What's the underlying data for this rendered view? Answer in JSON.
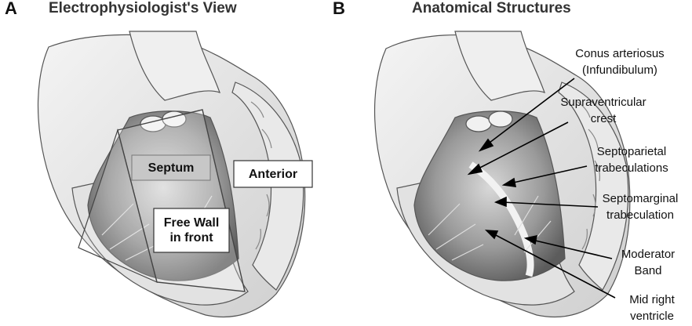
{
  "panels": [
    {
      "letter": "A",
      "title": "Electrophysiologist's View"
    },
    {
      "letter": "B",
      "title": "Anatomical Structures"
    }
  ],
  "panel_a_labels": {
    "septum": "Septum",
    "anterior": "Anterior",
    "free_wall_line1": "Free Wall",
    "free_wall_line2": "in front"
  },
  "panel_b_callouts": [
    {
      "line1": "Conus arteriosus",
      "line2": "(Infundibulum)"
    },
    {
      "line1": "Supraventricular",
      "line2": "crest"
    },
    {
      "line1": "Septoparietal",
      "line2": "trabeculations"
    },
    {
      "line1": "Septomarginal",
      "line2": "trabeculation"
    },
    {
      "line1": "Moderator",
      "line2": "Band"
    },
    {
      "line1": "Mid right",
      "line2": "ventricle"
    }
  ]
}
